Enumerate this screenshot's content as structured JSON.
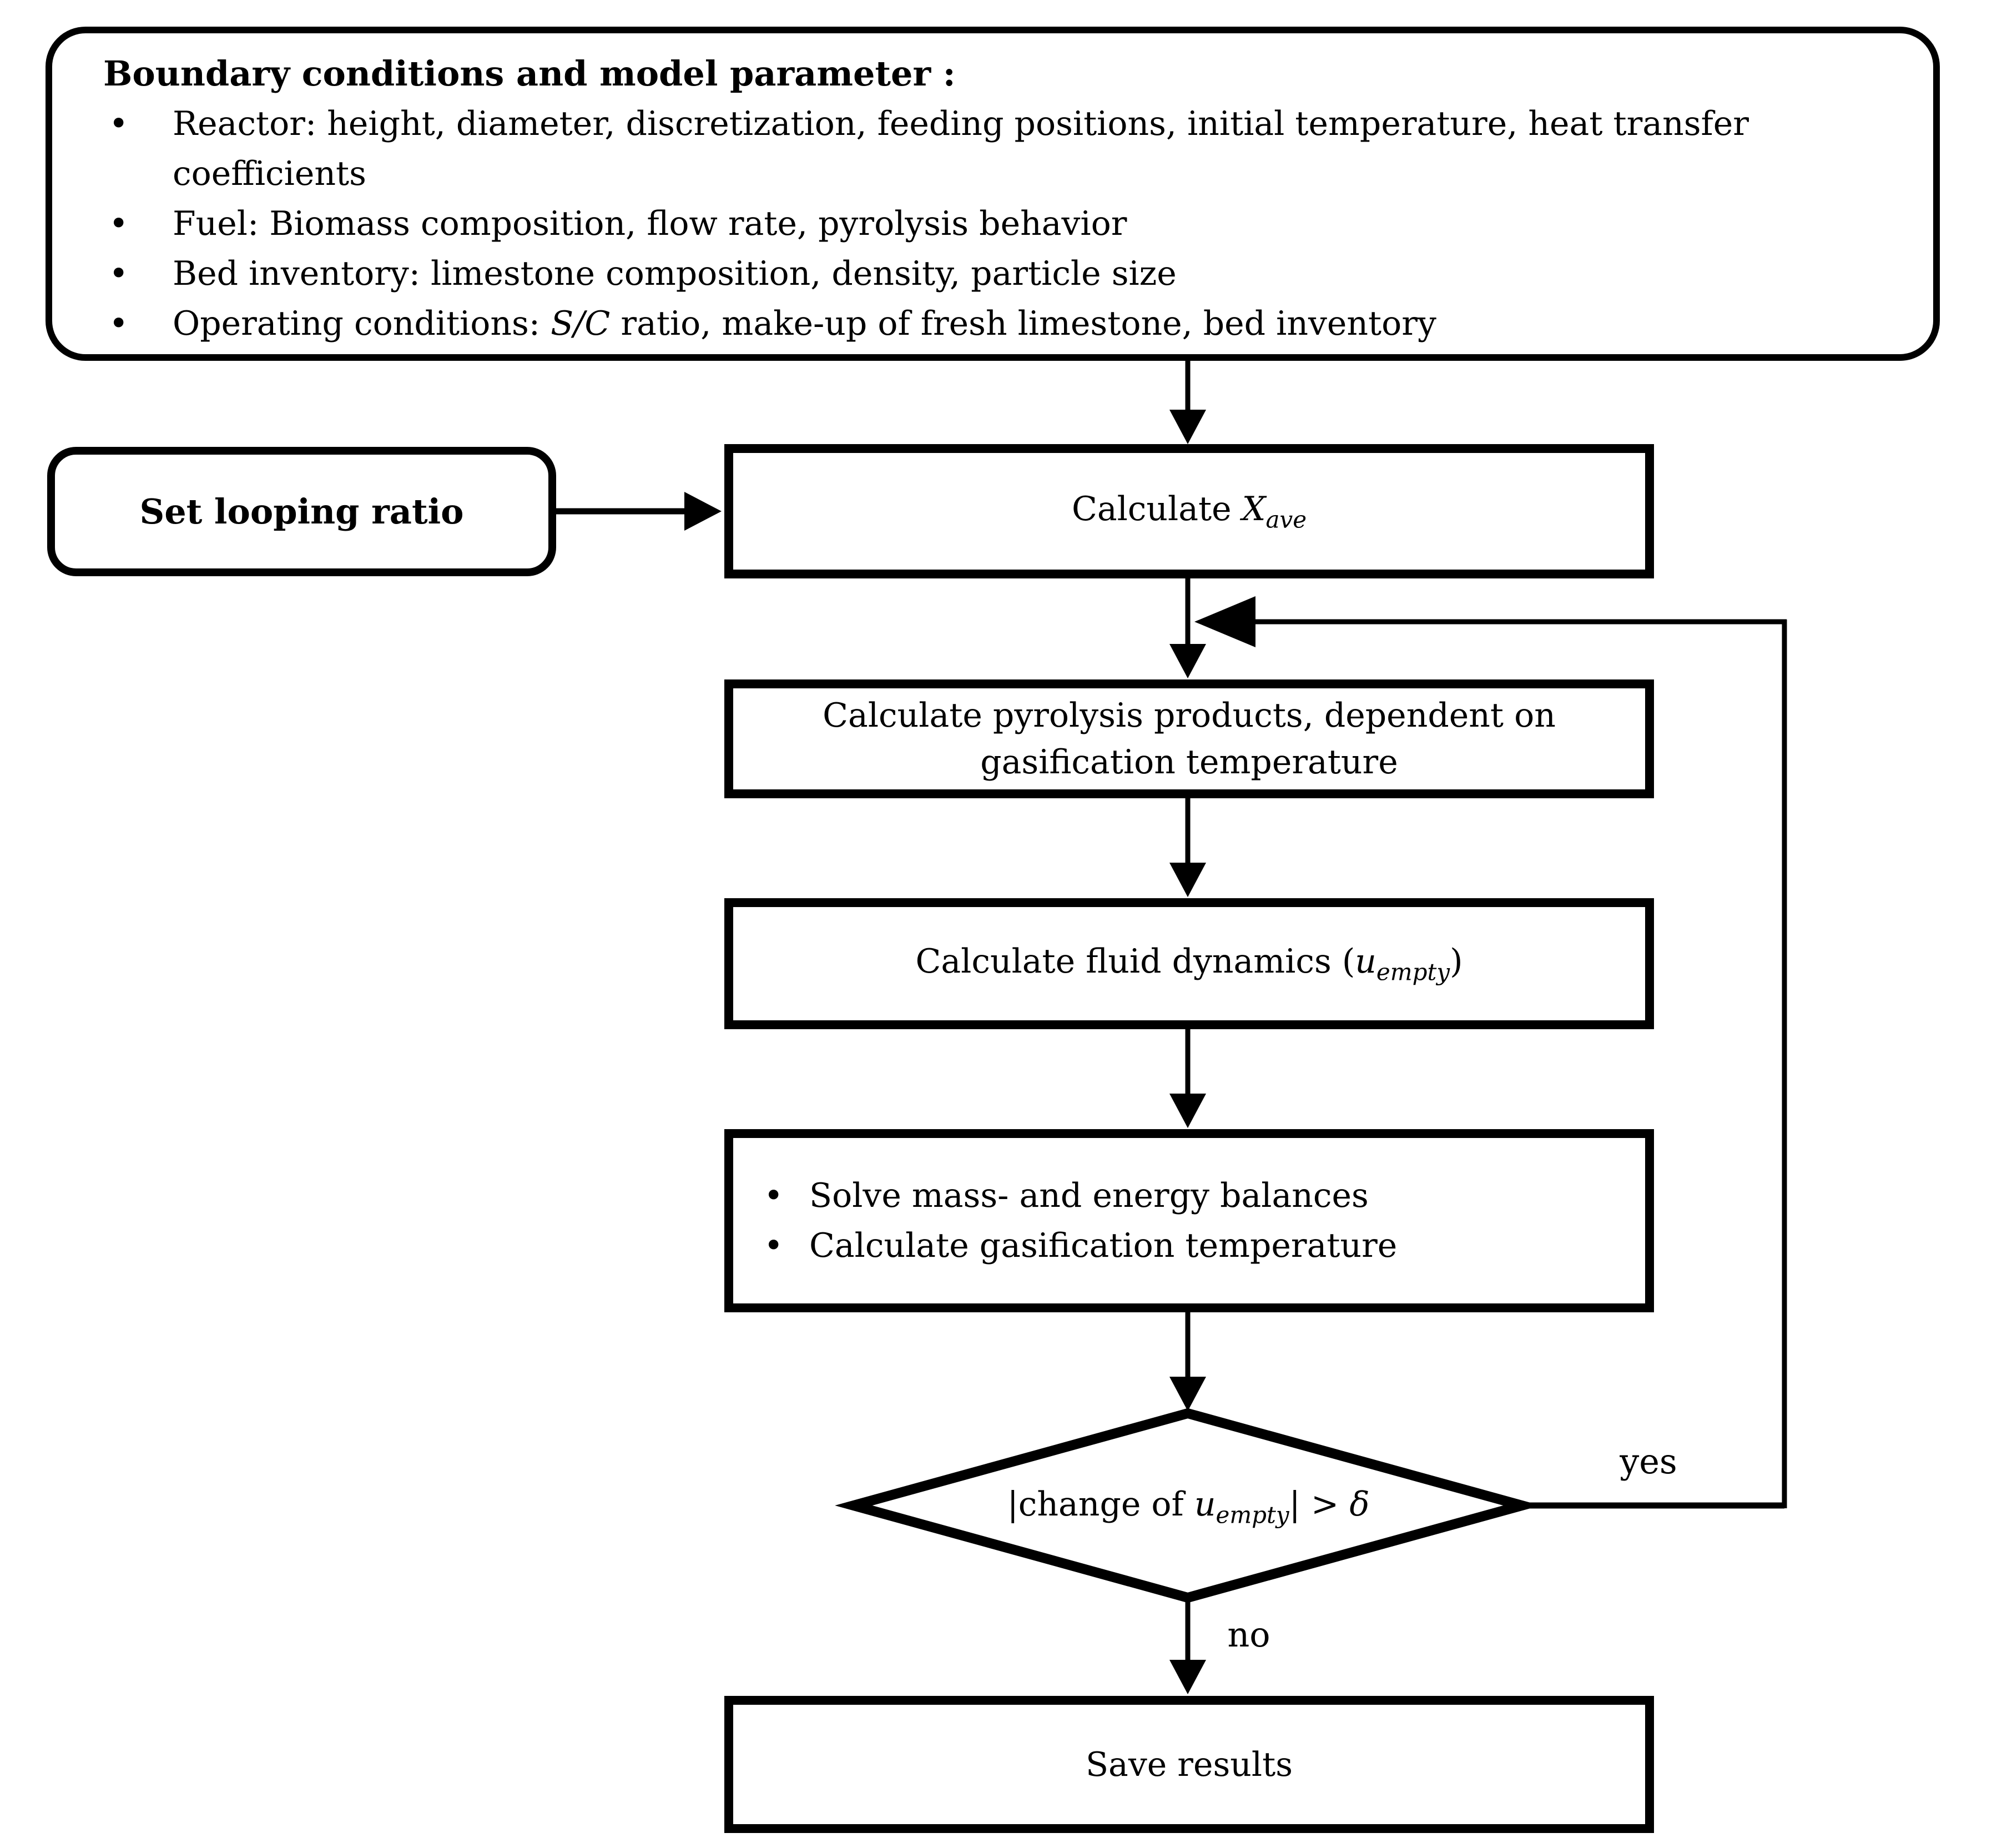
{
  "glyphs": {
    "bullet": "•"
  },
  "colors": {
    "ink": "#000000",
    "background": "#ffffff"
  },
  "boundary_box": {
    "title": "Boundary conditions and model parameter :",
    "bullets": [
      "Reactor: height, diameter, discretization, feeding positions, initial temperature, heat transfer\ncoefficients",
      "Fuel: Biomass composition, flow rate, pyrolysis behavior",
      "Bed inventory: limestone composition, density, particle size"
    ],
    "operating_bullet": {
      "prefix": "Operating conditions: ",
      "italic_term": "S/C",
      "suffix": " ratio, make-up of fresh limestone, bed inventory"
    }
  },
  "set_looping_box": {
    "label": "Set looping ratio"
  },
  "calc_xave_box": {
    "prefix": "Calculate ",
    "variable": "X",
    "subscript": "ave"
  },
  "pyrolysis_box": {
    "label": "Calculate pyrolysis products, dependent on\ngasification temperature"
  },
  "fluid_box": {
    "prefix": "Calculate fluid dynamics (",
    "variable": "u",
    "subscript": "empty",
    "suffix": ")"
  },
  "solve_box": {
    "bullets": [
      "Solve mass- and energy balances",
      "Calculate gasification temperature"
    ]
  },
  "decision_diamond": {
    "prefix": "|change of ",
    "variable": "u",
    "subscript": "empty",
    "mid": "| > ",
    "delta": "δ"
  },
  "edge_labels": {
    "yes": "yes",
    "no": "no"
  },
  "save_box": {
    "label": "Save results"
  }
}
